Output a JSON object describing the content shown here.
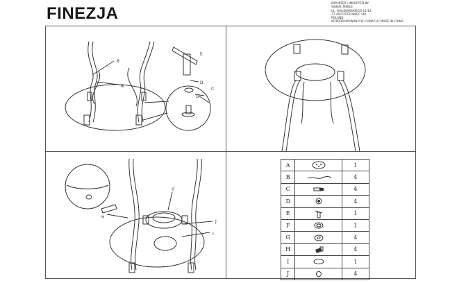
{
  "header": {
    "title": "FINEZJA",
    "importer_lines": [
      "IMPORTER / IMPORTED BY:",
      "SIGNAL MEBLE",
      "UL. HALIDOWSKIEGO 12/13",
      "27-400 OSTROWIEC ŚW.",
      "POLAND",
      "WYPRODUKOWANO W CHINACH / MADE IN CHINA"
    ]
  },
  "diagram_labels": {
    "step1": {
      "b": "B",
      "a": "A",
      "e": "E",
      "d": "D",
      "g": "G",
      "c": "C"
    },
    "step3": {
      "f": "F",
      "h": "H",
      "j": "J",
      "i": "I"
    }
  },
  "parts_list": [
    {
      "code": "A",
      "icon": "round-plate-icon",
      "qty": "1"
    },
    {
      "code": "B",
      "icon": "curved-leg-icon",
      "qty": "4"
    },
    {
      "code": "C",
      "icon": "bolt-cap-icon",
      "qty": "4"
    },
    {
      "code": "D",
      "icon": "nut-icon",
      "qty": "4"
    },
    {
      "code": "E",
      "icon": "allen-key-icon",
      "qty": "1"
    },
    {
      "code": "F",
      "icon": "ring-icon",
      "qty": "1"
    },
    {
      "code": "G",
      "icon": "washer-icon",
      "qty": "4"
    },
    {
      "code": "H",
      "icon": "screw-icon",
      "qty": "4"
    },
    {
      "code": "I",
      "icon": "glass-top-icon",
      "qty": "1"
    },
    {
      "code": "J",
      "icon": "suction-pad-icon",
      "qty": "4"
    }
  ]
}
